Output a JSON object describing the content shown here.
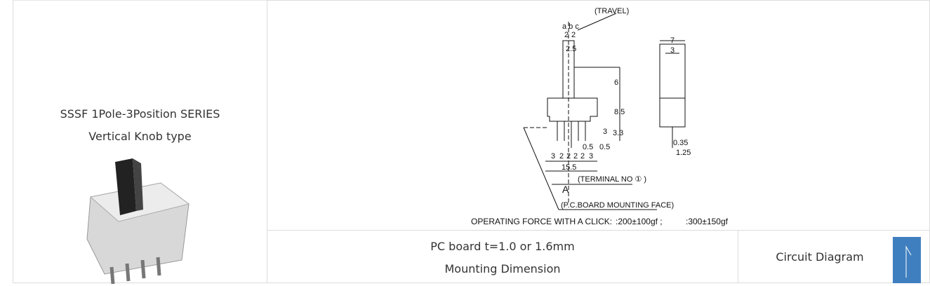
{
  "product": {
    "title": "SSSF  1Pole-3Position SERIES",
    "subtitle": "Vertical Knob type"
  },
  "drawing": {
    "travel": "(TRAVEL)",
    "positions": "a b c",
    "d_2a": "2",
    "d_2b": "2",
    "d_25": "2.5",
    "d_6": "6",
    "d_85": "8.5",
    "d_3": "3",
    "d_33": "3.3",
    "d_05a": "0.5",
    "d_05b": "0.5",
    "pitch": [
      "3",
      "2",
      "2",
      "2",
      "2",
      "3"
    ],
    "d_155": "15.5",
    "terminal": "(TERMINAL NO ① )",
    "view": "A",
    "mount": "(P.C.BOARD MOUNTING FACE)",
    "side_7": "7",
    "side_3": "3",
    "d_035": "0.35",
    "d_125": "1.25",
    "force": "OPERATING FORCE WITH A CLICK:",
    "force1": ":200±100gf ;",
    "force2": ":300±150gf"
  },
  "pcb": {
    "line1": "PC board t=1.0 or 1.6mm",
    "line2": "Mounting Dimension"
  },
  "circuit": {
    "label": "Circuit Diagram"
  },
  "colors": {
    "accent": "#3f7fbf",
    "border": "#dcdcdc"
  }
}
